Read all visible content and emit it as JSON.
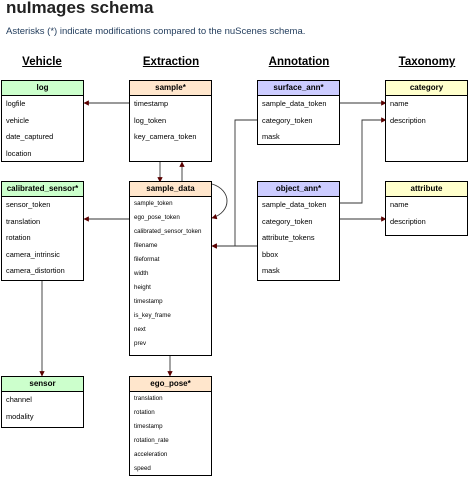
{
  "header": {
    "title": "nuImages schema",
    "subtitle": "Asterisks (*) indicate modifications compared to the nuScenes schema."
  },
  "groups": [
    "Vehicle",
    "Extraction",
    "Annotation",
    "Taxonomy"
  ],
  "colors": {
    "vehicle_header": "#ccffcc",
    "extraction_header": "#ffe6cc",
    "annotation_header": "#ccccff",
    "taxonomy_header": "#ffffcc",
    "link_line": "#333333",
    "arrow_head": "#5a0000"
  },
  "tables": {
    "log": {
      "name": "log",
      "fields": [
        "logfile",
        "vehicle",
        "date_captured",
        "location"
      ]
    },
    "calibrated_sensor": {
      "name": "calibrated_sensor*",
      "fields": [
        "sensor_token",
        "translation",
        "rotation",
        "camera_intrinsic",
        "camera_distortion"
      ]
    },
    "sensor": {
      "name": "sensor",
      "fields": [
        "channel",
        "modality"
      ]
    },
    "sample": {
      "name": "sample*",
      "fields": [
        "timestamp",
        "log_token",
        "key_camera_token"
      ]
    },
    "sample_data": {
      "name": "sample_data",
      "fields": [
        "sample_token",
        "ego_pose_token",
        "calibrated_sensor_token",
        "filename",
        "fileformat",
        "width",
        "height",
        "timestamp",
        "is_key_frame",
        "next",
        "prev"
      ]
    },
    "ego_pose": {
      "name": "ego_pose*",
      "fields": [
        "translation",
        "rotation",
        "timestamp",
        "rotation_rate",
        "acceleration",
        "speed"
      ]
    },
    "surface_ann": {
      "name": "surface_ann*",
      "fields": [
        "sample_data_token",
        "category_token",
        "mask"
      ]
    },
    "object_ann": {
      "name": "object_ann*",
      "fields": [
        "sample_data_token",
        "category_token",
        "attribute_tokens",
        "bbox",
        "mask"
      ]
    },
    "category": {
      "name": "category",
      "fields": [
        "name",
        "description"
      ]
    },
    "attribute": {
      "name": "attribute",
      "fields": [
        "name",
        "description"
      ]
    }
  }
}
